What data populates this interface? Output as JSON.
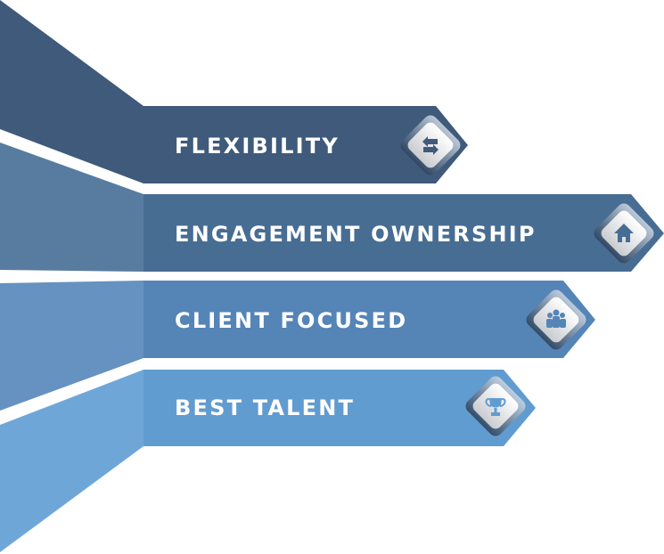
{
  "items": [
    {
      "label": "FLEXIBILITY",
      "icon": "arrows-swap-icon",
      "color": "#3f5a7a",
      "wedge_color": "#3f5a7a"
    },
    {
      "label": "ENGAGEMENT OWNERSHIP",
      "icon": "house-icon",
      "color": "#486d93",
      "wedge_color": "#587c9f"
    },
    {
      "label": "CLIENT FOCUSED",
      "icon": "people-icon",
      "color": "#5585b7",
      "wedge_color": "#6592c0"
    },
    {
      "label": "BEST TALENT",
      "icon": "trophy-icon",
      "color": "#619cd0",
      "wedge_color": "#6fa6d8"
    }
  ]
}
